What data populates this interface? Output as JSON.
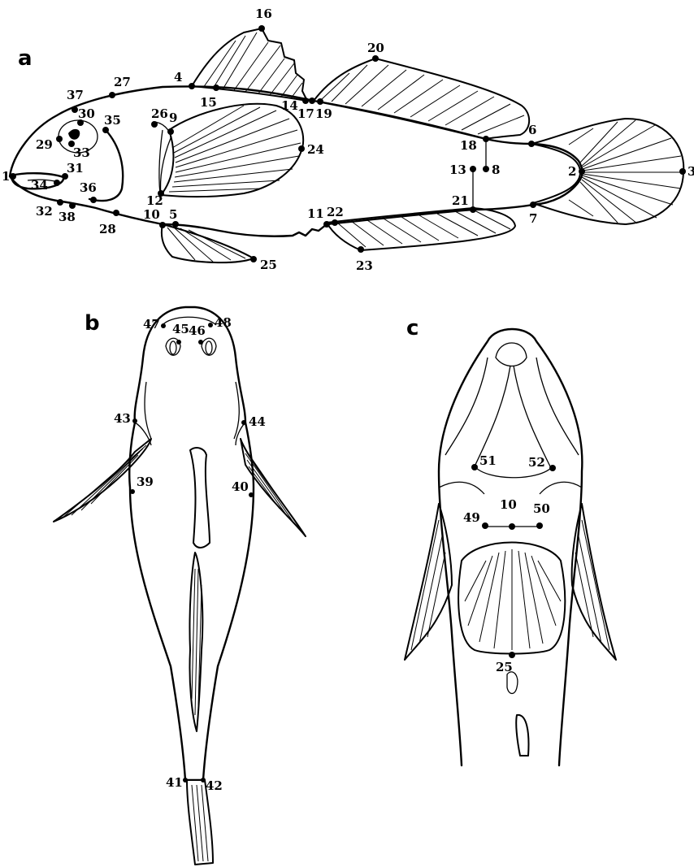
{
  "panels": {
    "a": "a",
    "b": "b",
    "c": "c"
  },
  "landmarks_a": [
    "1",
    "2",
    "3",
    "4",
    "5",
    "6",
    "7",
    "8",
    "9",
    "10",
    "11",
    "12",
    "13",
    "14",
    "15",
    "16",
    "17",
    "18",
    "19",
    "20",
    "21",
    "22",
    "23",
    "24",
    "25",
    "26",
    "27",
    "28",
    "29",
    "30",
    "31",
    "32",
    "33",
    "34",
    "35",
    "36",
    "37",
    "38"
  ],
  "landmarks_b": [
    "39",
    "40",
    "41",
    "42",
    "43",
    "44",
    "45",
    "46",
    "47",
    "48"
  ],
  "landmarks_c": [
    "49",
    "50",
    "51",
    "52",
    "10",
    "25"
  ]
}
